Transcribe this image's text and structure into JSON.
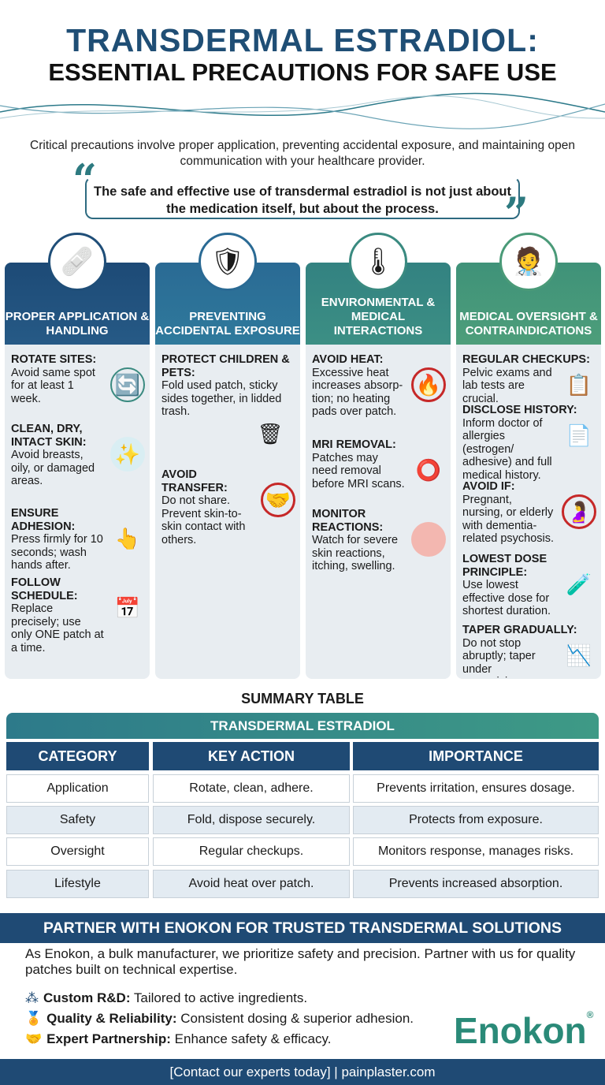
{
  "title": {
    "line1": "TRANSDERMAL ESTRADIOL:",
    "line2": "ESSENTIAL PRECAUTIONS FOR SAFE USE"
  },
  "intro": "Critical precautions involve proper application, preventing accidental exposure, and maintaining open communication with your healthcare provider.",
  "quote": "The safe and effective use of transdermal estradiol is not just about the medication itself, but about the process.",
  "colors": {
    "navy": "#1f4a74",
    "teal": "#3a8a80",
    "green": "#4a9a78"
  },
  "columns": [
    {
      "title": "PROPER APPLICATION & HANDLING",
      "icon": "patch-application-icon",
      "items": [
        {
          "head": "ROTATE SITES:",
          "text": "Avoid same spot for at least 1 week.",
          "icon": "rotate-icon"
        },
        {
          "head": "CLEAN, DRY, INTACT SKIN:",
          "text": "Avoid breasts, oily, or damaged areas.",
          "icon": "skin-icon"
        },
        {
          "head": "ENSURE ADHESION:",
          "text": "Press firmly for 10 seconds; wash hands after.",
          "icon": "press-hand-icon"
        },
        {
          "head": "FOLLOW SCHEDULE:",
          "text": "Replace precisely; use only ONE patch at a time.",
          "icon": "calendar-icon"
        }
      ]
    },
    {
      "title": "PREVENTING ACCIDENTAL EXPOSURE",
      "icon": "shield-icon",
      "items": [
        {
          "head": "PROTECT CHILDREN & PETS:",
          "text": "Fold used patch, sticky sides together, in lidded trash.",
          "icon": "trash-icon"
        },
        {
          "head": "AVOID TRANSFER:",
          "text": "Do not share. Prevent skin-to-skin contact with others.",
          "icon": "no-contact-icon"
        }
      ]
    },
    {
      "title": "ENVIRONMENTAL & MEDICAL INTERACTIONS",
      "icon": "thermometer-caduceus-icon",
      "items": [
        {
          "head": "AVOID HEAT:",
          "text": "Excessive heat increases absorp-tion; no heating pads over patch.",
          "icon": "no-heat-icon"
        },
        {
          "head": "MRI REMOVAL:",
          "text": "Patches may need removal before MRI scans.",
          "icon": "mri-icon"
        },
        {
          "head": "MONITOR REACTIONS:",
          "text": "Watch for severe skin reactions, itching, swelling.",
          "icon": "skin-reaction-icon"
        }
      ]
    },
    {
      "title": "MEDICAL OVERSIGHT & CONTRAINDICATIONS",
      "icon": "doctor-icon",
      "items": [
        {
          "head": "REGULAR CHECKUPS:",
          "text": "Pelvic exams and lab tests are crucial.",
          "icon": "checklist-icon"
        },
        {
          "head": "DISCLOSE HISTORY:",
          "text": "Inform doctor of allergies (estrogen/ adhesive) and full medical history.",
          "icon": "clipboard-icon"
        },
        {
          "head": "AVOID IF:",
          "text": "Pregnant, nursing, or elderly with dementia-related psychosis.",
          "icon": "no-pregnancy-icon"
        },
        {
          "head": "LOWEST DOSE PRINCIPLE:",
          "text": "Use lowest effective dose for shortest duration.",
          "icon": "dose-icon"
        },
        {
          "head": "TAPER GRADUALLY:",
          "text": "Do not stop abruptly; taper under supervision.",
          "icon": "declining-chart-icon"
        }
      ]
    }
  ],
  "summary": {
    "heading": "SUMMARY TABLE",
    "title": "TRANSDERMAL ESTRADIOL",
    "headers": [
      "CATEGORY",
      "KEY ACTION",
      "IMPORTANCE"
    ],
    "rows": [
      [
        "Application",
        "Rotate, clean, adhere.",
        "Prevents irritation, ensures dosage."
      ],
      [
        "Safety",
        "Fold, dispose securely.",
        "Protects from exposure."
      ],
      [
        "Oversight",
        "Regular checkups.",
        "Monitors response, manages risks."
      ],
      [
        "Lifestyle",
        "Avoid heat over patch.",
        "Prevents increased absorption."
      ]
    ]
  },
  "partner": {
    "banner": "PARTNER WITH ENOKON FOR TRUSTED TRANSDERMAL SOLUTIONS",
    "text": "As Enokon, a bulk manufacturer, we prioritize safety and precision. Partner with us for quality patches built on technical expertise.",
    "bullets": [
      {
        "head": "Custom R&D:",
        "text": " Tailored to active ingredients.",
        "icon": "molecule-icon"
      },
      {
        "head": "Quality & Reliability:",
        "text": " Consistent dosing & superior adhesion.",
        "icon": "award-icon"
      },
      {
        "head": "Expert Partnership:",
        "text": " Enhance safety & efficacy.",
        "icon": "handshake-icon"
      }
    ],
    "logo": "Enokon",
    "footer": "[Contact our experts today] | painplaster.com"
  }
}
